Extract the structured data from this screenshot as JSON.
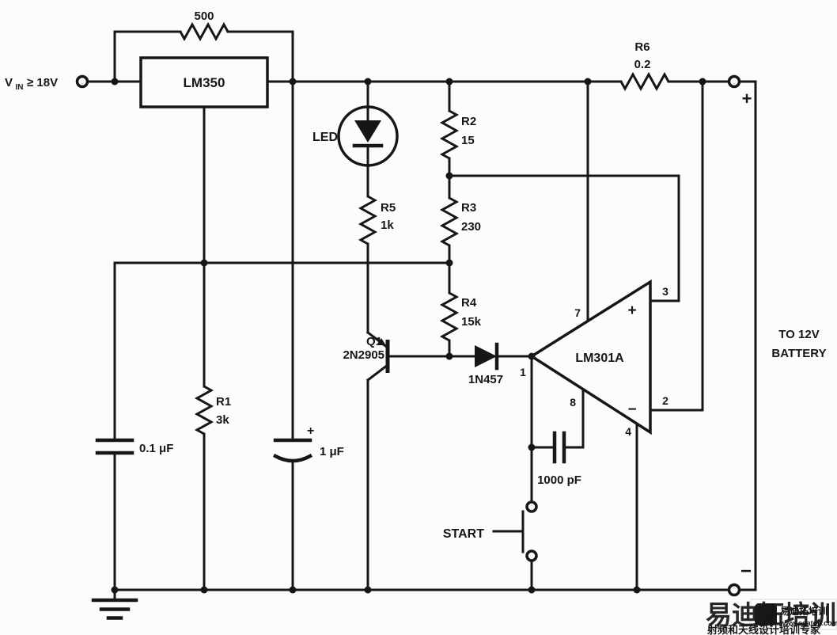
{
  "schematic": {
    "input": {
      "v": "V",
      "sub": "IN",
      "cond": "≥ 18V"
    },
    "regulator": "LM350",
    "feedback_resistor": "500",
    "resistors": {
      "r1": {
        "ref": "R1",
        "value": "3k"
      },
      "r2": {
        "ref": "R2",
        "value": "15"
      },
      "r3": {
        "ref": "R3",
        "value": "230"
      },
      "r4": {
        "ref": "R4",
        "value": "15k"
      },
      "r5": {
        "ref": "R5",
        "value": "1k"
      },
      "r6": {
        "ref": "R6",
        "value": "0.2"
      }
    },
    "capacitors": {
      "c1": "0.1 μF",
      "c2": {
        "value": "1 μF",
        "polarity": "+"
      },
      "c3": "1000 pF"
    },
    "led": "LED",
    "transistor": {
      "ref": "Q1",
      "part": "2N2905"
    },
    "diode": "1N457",
    "opamp": {
      "part": "LM301A",
      "pin7": "7",
      "pin3": "3",
      "pin1": "1",
      "pin8": "8",
      "pin2": "2",
      "pin4": "4",
      "noninv": "+",
      "inv": "−"
    },
    "switch_label": "START",
    "battery": {
      "line1": "TO 12V",
      "line2": "BATTERY",
      "plus": "+",
      "minus": "−"
    }
  },
  "watermark": {
    "brand": "易迪拓培训",
    "tagline": "射频和天线设计培训专家",
    "logo_glyph": "ed",
    "logo_name": "易迪拓培训",
    "logo_url": "www.edatop.com",
    "accent": "#d93a2b"
  }
}
